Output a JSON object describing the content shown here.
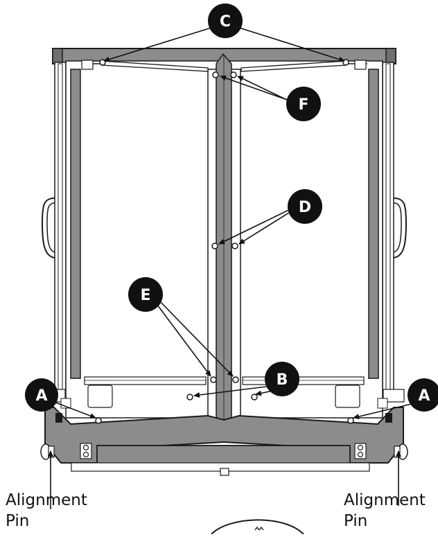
{
  "callouts": {
    "a_left": "A",
    "a_right": "A",
    "b": "B",
    "c": "C",
    "d": "D",
    "e": "E",
    "f": "F"
  },
  "labels": {
    "alignment_pin_left_line1": "Alignment",
    "alignment_pin_left_line2": "Pin",
    "alignment_pin_right_line1": "Alignment",
    "alignment_pin_right_line2": "Pin"
  },
  "colors": {
    "frame_gray": "#8c8c8c",
    "outline": "#1a1a1a",
    "callout_fill": "#111111",
    "background": "#ffffff"
  }
}
